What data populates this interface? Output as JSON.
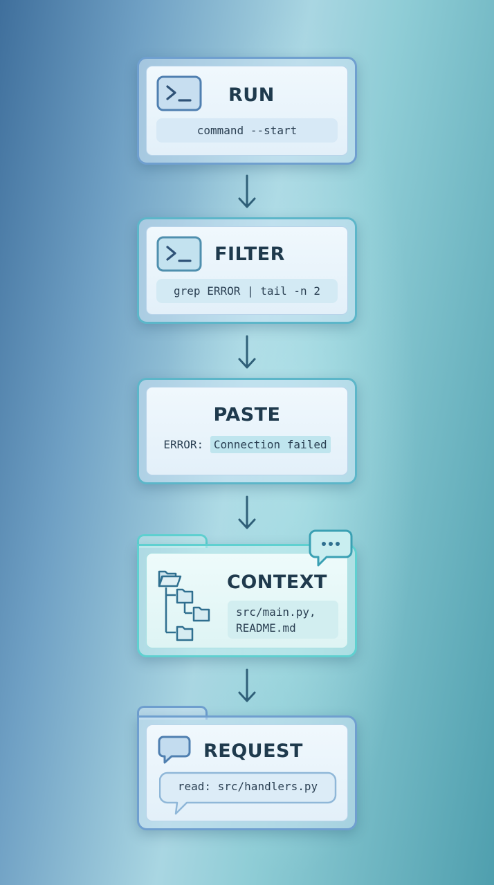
{
  "steps": [
    {
      "title": "RUN",
      "command": "command --start",
      "icon": "terminal-icon"
    },
    {
      "title": "FILTER",
      "command": "grep ERROR | tail -n 2",
      "icon": "terminal-icon"
    },
    {
      "title": "PASTE",
      "prefix": "ERROR:",
      "message": "Connection failed"
    },
    {
      "title": "CONTEXT",
      "files": [
        "src/main.py,",
        "README.md"
      ],
      "icon": "folder-tree-icon",
      "badge_icon": "chat-bubble-icon"
    },
    {
      "title": "REQUEST",
      "command": "read: src/handlers.py",
      "icon": "message-icon"
    }
  ],
  "colors": {
    "border_blue": "#6f9fcf",
    "border_teal": "#5cb6c9",
    "border_mint": "#5fd0d0",
    "text_dark": "#1f3a4d",
    "arrow": "#2f5f78"
  }
}
